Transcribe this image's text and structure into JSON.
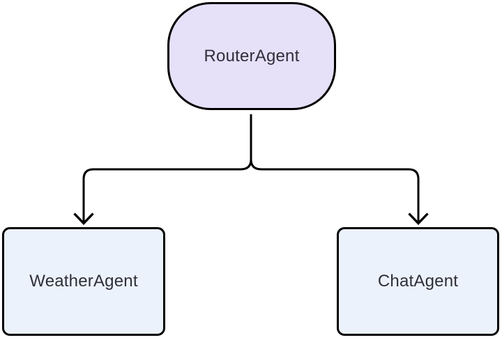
{
  "diagram": {
    "type": "flowchart",
    "direction": "top-down",
    "background": "#ffffff",
    "edge_color": "#000000",
    "node_border_color": "#000000",
    "text_color": "#2f2f3a",
    "nodes": {
      "router": {
        "label": "RouterAgent",
        "shape": "stadium",
        "fill": "#e6e0f9"
      },
      "weather": {
        "label": "WeatherAgent",
        "shape": "rounded-rectangle",
        "fill": "#ecf2fb"
      },
      "chat": {
        "label": "ChatAgent",
        "shape": "rounded-rectangle",
        "fill": "#ecf2fb"
      }
    },
    "edges": [
      {
        "from": "RouterAgent",
        "to": "WeatherAgent",
        "arrow": "chevron-down"
      },
      {
        "from": "RouterAgent",
        "to": "ChatAgent",
        "arrow": "chevron-down"
      }
    ]
  }
}
